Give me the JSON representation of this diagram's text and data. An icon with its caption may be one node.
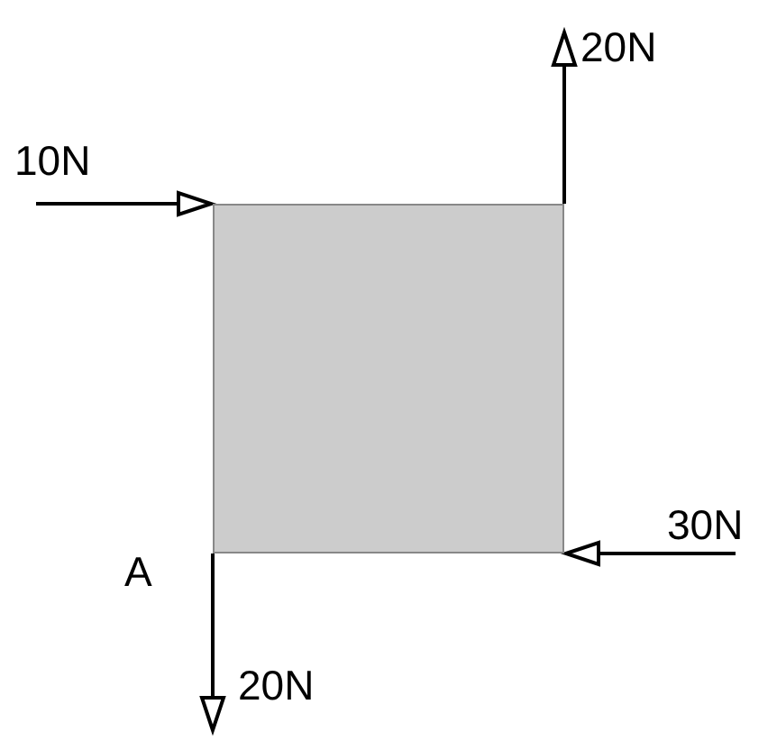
{
  "diagram": {
    "nodes": [
      {
        "text": [],
        "shape": "box"
      }
    ],
    "labels": [
      "20N",
      "10N",
      "A",
      "30N",
      "20N"
    ]
  }
}
